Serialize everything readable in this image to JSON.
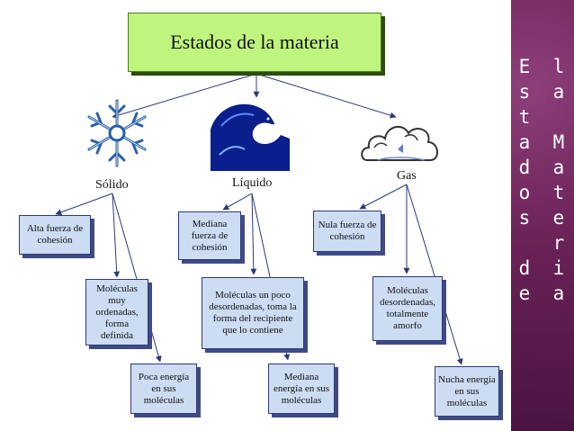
{
  "title": "Estados de la materia",
  "states": {
    "solid": {
      "label": "Sólido",
      "icon": "snowflake-icon",
      "prop1": [
        "Alta fuerza de",
        "cohesión"
      ],
      "prop2": [
        "Moléculas",
        "muy",
        "ordenadas,",
        "forma definida"
      ],
      "prop3": [
        "Poca energía",
        "en sus",
        "moléculas"
      ]
    },
    "liquid": {
      "label": "Líquido",
      "icon": "wave-icon",
      "prop1": [
        "Mediana",
        "fuerza de",
        "cohesión"
      ],
      "prop2": [
        "Moléculas un poco",
        "desordenadas, toma la",
        "forma del recipiente",
        "que lo contiene"
      ],
      "prop3": [
        "Mediana",
        "energía en sus",
        "moléculas"
      ]
    },
    "gas": {
      "label": "Gas",
      "icon": "cloud-icon",
      "prop1": [
        "Nula fuerza de",
        "cohesión"
      ],
      "prop2": [
        "Moléculas",
        "desordenadas,",
        "totalmente",
        "amorfo"
      ],
      "prop3": [
        "Nucha energía",
        "en sus",
        "moléculas"
      ]
    }
  },
  "side_title": {
    "col1": [
      "E",
      "s",
      "t",
      "a",
      "d",
      "o",
      "s",
      "",
      "d",
      "e"
    ],
    "col2": [
      "l",
      "a",
      "",
      "M",
      "a",
      "t",
      "e",
      "r",
      "i",
      "a"
    ]
  },
  "colors": {
    "title_fill": "#bff57f",
    "box_fill": "#ccdcf2",
    "line": "#2d3a78",
    "side_panel": "#6a2257"
  }
}
